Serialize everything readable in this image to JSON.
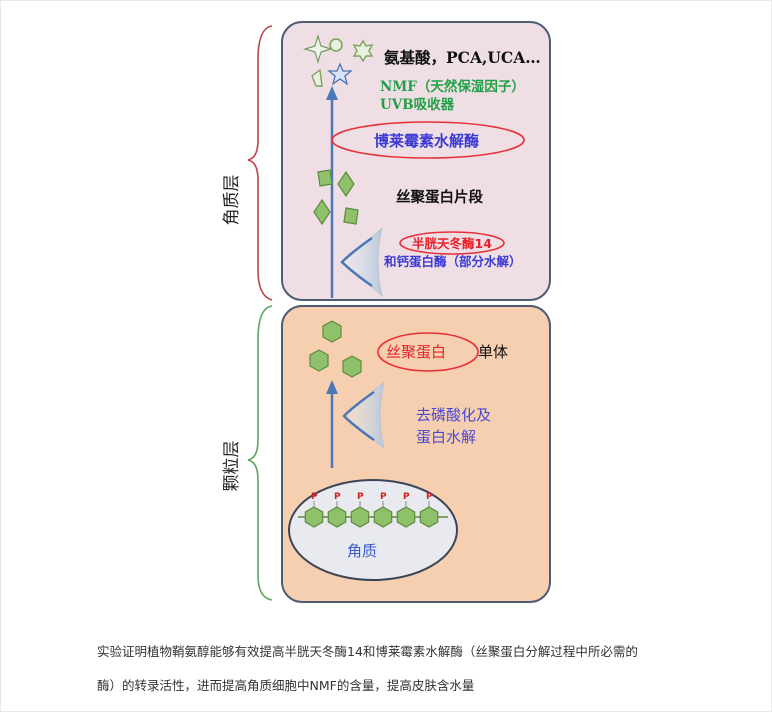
{
  "layers": {
    "stratum_corneum": "角质层",
    "granular": "颗粒层"
  },
  "upper_cell": {
    "products": "氨基酸，PCA,UCA…",
    "nmf": "NMF（天然保湿因子）",
    "uvb": "UVB吸收器",
    "enzyme_bleomycin": "博莱霉素水解酶",
    "filaggrin_fragments": "丝聚蛋白片段",
    "enzyme_caspase": "半胱天冬酶14",
    "calpain": "和钙蛋白酶（部分水解）"
  },
  "lower_cell": {
    "filaggrin": "丝聚蛋白",
    "monomer": "单体",
    "dephos_line1": "去磷酸化及",
    "dephos_line2": "蛋白水解",
    "keratin": "角质",
    "phosphate_symbol": "P"
  },
  "caption": {
    "line1": "实验证明植物鞘氨醇能够有效提高半胱天冬酶14和博莱霉素水解酶（丝聚蛋白分解过程中所必需的",
    "line2": "酶）的转录活性，进而提高角质细胞中NMF的含量，提高皮肤含水量"
  },
  "colors": {
    "upper_fill": "#efdfe4",
    "lower_fill": "#f6cfb0",
    "shape_green": "#8fc06a",
    "arrow_blue": "#4a78b8",
    "highlight_red": "#e8303a",
    "text_green": "#22a048",
    "text_blue": "#3a3ad6"
  }
}
